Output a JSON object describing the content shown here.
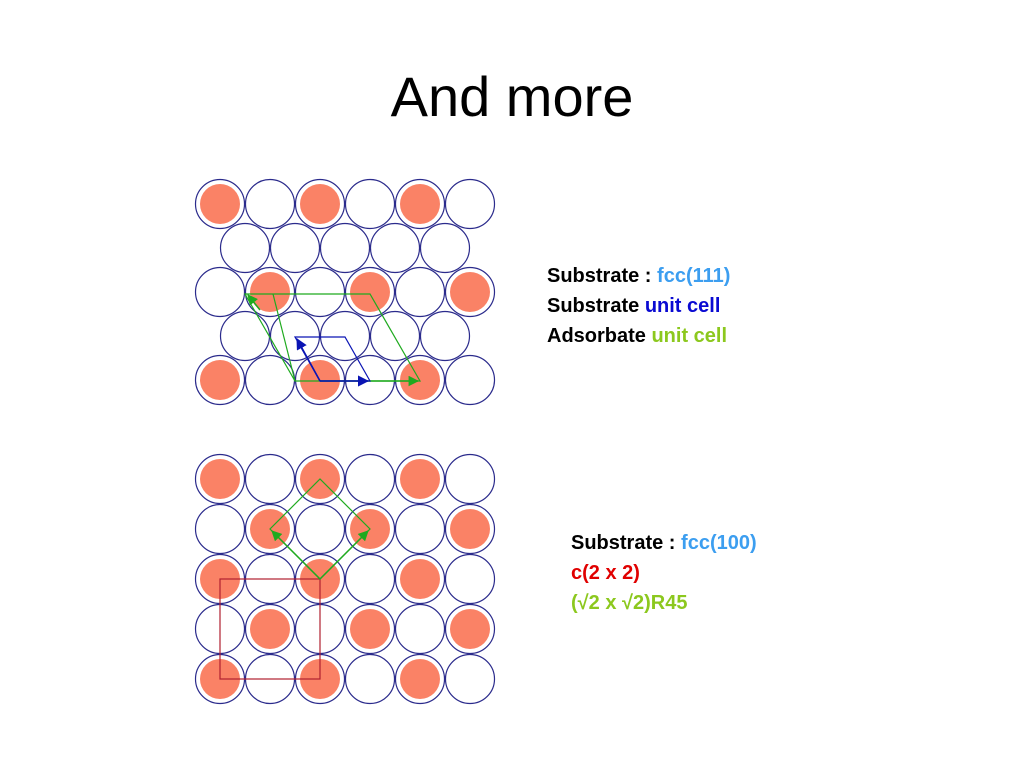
{
  "slide": {
    "title": "And more"
  },
  "colors": {
    "circle_outline": "#2b2b8c",
    "adsorbate_fill": "#fa8266",
    "substrate_unit_cell": "#0a14b4",
    "adsorbate_unit_cell": "#1faa1f",
    "c2x2_cell": "#b02030",
    "fcc_label": "#3c9ef0",
    "unit_cell_blue": "#0a0ad2",
    "unit_cell_green": "#8cc81e",
    "c2x2_label": "#e00000"
  },
  "fcc111": {
    "legend": {
      "line1_prefix": "Substrate : ",
      "line1_value": "fcc(111)",
      "line2_prefix": "Substrate ",
      "line2_value": "unit cell",
      "line3_prefix": "Adsorbate ",
      "line3_value": "unit cell"
    },
    "rows": [
      [
        1,
        0,
        1,
        0,
        1,
        0
      ],
      [
        0,
        0,
        0,
        0,
        0
      ],
      [
        0,
        1,
        0,
        1,
        0,
        1
      ],
      [
        0,
        0,
        0,
        0,
        0
      ],
      [
        1,
        0,
        1,
        0,
        1,
        0
      ]
    ]
  },
  "fcc100": {
    "legend": {
      "line1_prefix": "Substrate : ",
      "line1_value": "fcc(100)",
      "line2": "c(2 x 2)",
      "line3": "(√2 x √2)R45"
    },
    "rows": [
      [
        1,
        0,
        1,
        0,
        1,
        0
      ],
      [
        0,
        1,
        0,
        1,
        0,
        1
      ],
      [
        1,
        0,
        1,
        0,
        1,
        0
      ],
      [
        0,
        1,
        0,
        1,
        0,
        1
      ],
      [
        1,
        0,
        1,
        0,
        1,
        0
      ]
    ]
  }
}
